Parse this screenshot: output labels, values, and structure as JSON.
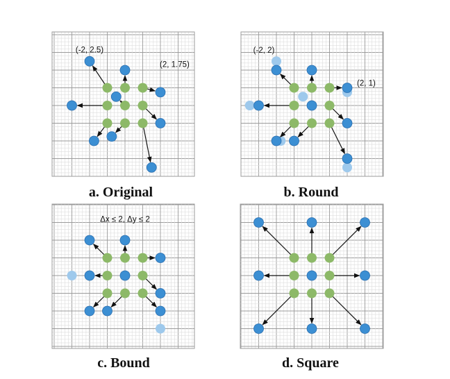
{
  "colors": {
    "green": "#8db968",
    "blue": "#3c8fd3",
    "blue_stroke": "#2a6fb0",
    "blue_faded": "#9ec9ec",
    "arrow": "#111111",
    "grid_minor": "#dddddd",
    "grid_major": "#9b9b9b"
  },
  "panels": [
    {
      "caption": "a. Original",
      "annotations": [
        {
          "text": "(-2, 2.5)",
          "x": -2,
          "y": 2.5,
          "anchor": "bottom-center"
        },
        {
          "text": "(2, 1.75)",
          "x": 2,
          "y": 1.75,
          "anchor": "top-right"
        }
      ],
      "moves": [
        {
          "from": [
            -1,
            1
          ],
          "to": [
            -2,
            2.5
          ]
        },
        {
          "from": [
            0,
            1
          ],
          "to": [
            0,
            2
          ]
        },
        {
          "from": [
            1,
            1
          ],
          "to": [
            2,
            0.75
          ]
        },
        {
          "from": [
            -1,
            0
          ],
          "to": [
            -3,
            0
          ]
        },
        {
          "from": [
            0,
            0
          ],
          "to": [
            -0.5,
            0.5
          ]
        },
        {
          "from": [
            1,
            0
          ],
          "to": [
            2,
            -1
          ]
        },
        {
          "from": [
            -1,
            -1
          ],
          "to": [
            -1.75,
            -2
          ]
        },
        {
          "from": [
            0,
            -1
          ],
          "to": [
            -0.75,
            -1.75
          ]
        },
        {
          "from": [
            1,
            -1
          ],
          "to": [
            1.5,
            -3.5
          ]
        }
      ]
    },
    {
      "caption": "b. Round",
      "annotations": [
        {
          "text": "(-2, 2)",
          "x": -2,
          "y": 2,
          "anchor": "top-left"
        },
        {
          "text": "(2, 1)",
          "x": 2,
          "y": 1,
          "anchor": "right"
        }
      ],
      "ghosts": [
        [
          -2,
          2.5
        ],
        [
          -0.5,
          0.5
        ],
        [
          2,
          0.75
        ],
        [
          -3.5,
          0
        ],
        [
          -1.75,
          -2
        ],
        [
          2,
          -3.5
        ]
      ],
      "moves": [
        {
          "from": [
            -1,
            1
          ],
          "to": [
            -2,
            2
          ]
        },
        {
          "from": [
            0,
            1
          ],
          "to": [
            0,
            2
          ]
        },
        {
          "from": [
            1,
            1
          ],
          "to": [
            2,
            1
          ]
        },
        {
          "from": [
            -1,
            0
          ],
          "to": [
            -3,
            0
          ]
        },
        {
          "from": [
            0,
            0
          ],
          "to": [
            0,
            0
          ]
        },
        {
          "from": [
            1,
            0
          ],
          "to": [
            2,
            -1
          ]
        },
        {
          "from": [
            -1,
            -1
          ],
          "to": [
            -2,
            -2
          ]
        },
        {
          "from": [
            0,
            -1
          ],
          "to": [
            -1,
            -2
          ]
        },
        {
          "from": [
            1,
            -1
          ],
          "to": [
            2,
            -3
          ]
        }
      ]
    },
    {
      "caption": "c. Bound",
      "annotations": [
        {
          "text": "Δx ≤ 2, Δy ≤ 2",
          "x": 0,
          "y": 3.2,
          "anchor": "center"
        }
      ],
      "ghosts": [
        [
          -3,
          0
        ],
        [
          2,
          -3
        ]
      ],
      "moves": [
        {
          "from": [
            -1,
            1
          ],
          "to": [
            -2,
            2
          ]
        },
        {
          "from": [
            0,
            1
          ],
          "to": [
            0,
            2
          ]
        },
        {
          "from": [
            1,
            1
          ],
          "to": [
            2,
            1
          ]
        },
        {
          "from": [
            -1,
            0
          ],
          "to": [
            -2,
            0
          ]
        },
        {
          "from": [
            0,
            0
          ],
          "to": [
            0,
            0
          ]
        },
        {
          "from": [
            1,
            0
          ],
          "to": [
            2,
            -1
          ]
        },
        {
          "from": [
            -1,
            -1
          ],
          "to": [
            -2,
            -2
          ]
        },
        {
          "from": [
            0,
            -1
          ],
          "to": [
            -1,
            -2
          ]
        },
        {
          "from": [
            1,
            -1
          ],
          "to": [
            2,
            -2
          ]
        }
      ]
    },
    {
      "caption": "d. Square",
      "annotations": [],
      "moves": [
        {
          "from": [
            -1,
            1
          ],
          "to": [
            -3,
            3
          ]
        },
        {
          "from": [
            0,
            1
          ],
          "to": [
            0,
            3
          ]
        },
        {
          "from": [
            1,
            1
          ],
          "to": [
            3,
            3
          ]
        },
        {
          "from": [
            -1,
            0
          ],
          "to": [
            -3,
            0
          ]
        },
        {
          "from": [
            0,
            0
          ],
          "to": [
            0,
            0
          ]
        },
        {
          "from": [
            1,
            0
          ],
          "to": [
            3,
            0
          ]
        },
        {
          "from": [
            -1,
            -1
          ],
          "to": [
            -3,
            -3
          ]
        },
        {
          "from": [
            0,
            -1
          ],
          "to": [
            0,
            -3
          ]
        },
        {
          "from": [
            1,
            -1
          ],
          "to": [
            3,
            -3
          ]
        }
      ]
    }
  ]
}
